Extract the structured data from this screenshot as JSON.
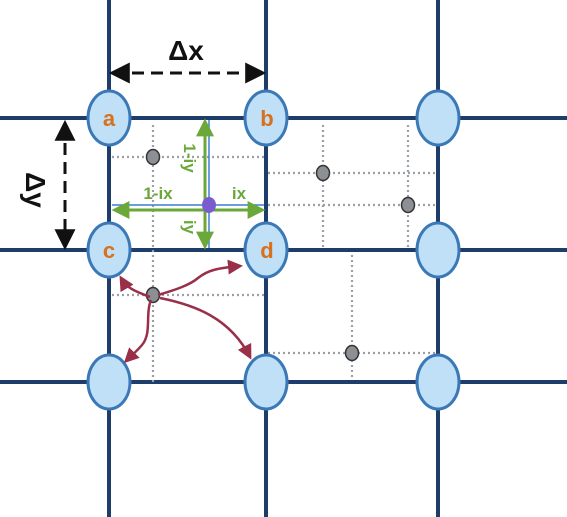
{
  "nodes": [
    {
      "id": "a",
      "label": "a"
    },
    {
      "id": "b",
      "label": "b"
    },
    {
      "id": "c",
      "label": "c"
    },
    {
      "id": "d",
      "label": "d"
    }
  ],
  "dimensions": {
    "dx_label": "Δx",
    "dy_label": "Δy"
  },
  "interp_labels": {
    "one_minus_ix": "1-ix",
    "ix": "ix",
    "one_minus_iy": "1-iy",
    "iy": "iy"
  },
  "colors": {
    "grid_line": "#1f3d6b",
    "node_fill": "#bfe0f7",
    "node_stroke": "#3a78b6",
    "node_label": "#d8701c",
    "interp_arrow": "#6aa83a",
    "particle": "#7b5ccf",
    "scatter_arrow": "#9a2f4a",
    "dotted_line": "#9aa0a6",
    "marker_fill": "#8c8f93"
  }
}
